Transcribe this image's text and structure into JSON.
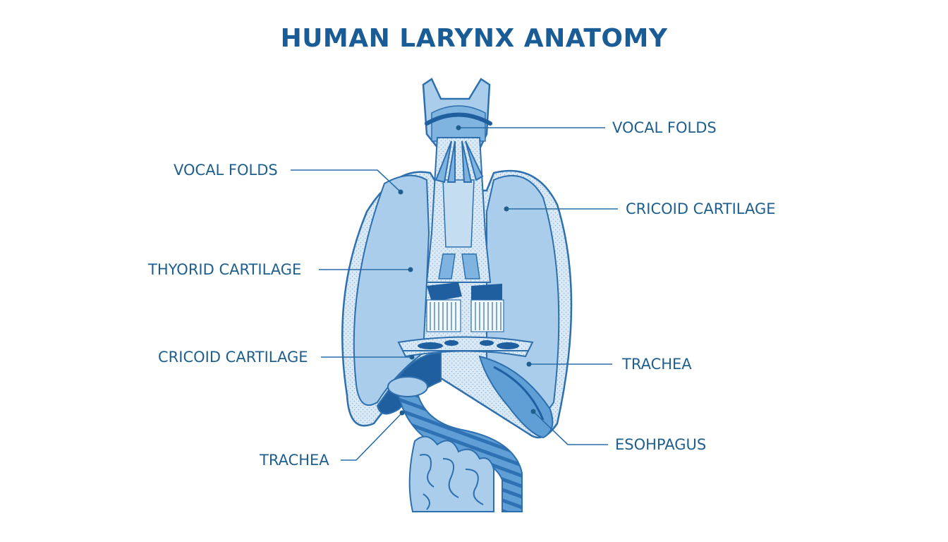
{
  "title": "HUMAN LARYNX ANATOMY",
  "colors": {
    "title": "#1a5d96",
    "label": "#1e5f8e",
    "leader": "#2a6ea8",
    "outline": "#2e6fae",
    "light_fill": "#a9cdeb",
    "pale_fill": "#d7e8f6",
    "mid_fill": "#5f9fd6",
    "dark_fill": "#1f5f9f"
  },
  "labels": {
    "vocal_folds_right": "VOCAL FOLDS",
    "vocal_folds_left": "VOCAL FOLDS",
    "cricoid_cartilage_right": "CRICOID CARTILAGE",
    "thyroid_cartilage_left": "THYORID CARTILAGE",
    "cricoid_cartilage_left": "CRICOID CARTILAGE",
    "trachea_right": "TRACHEA",
    "esophagus_right": "ESOHPAGUS",
    "trachea_left": "TRACHEA"
  }
}
